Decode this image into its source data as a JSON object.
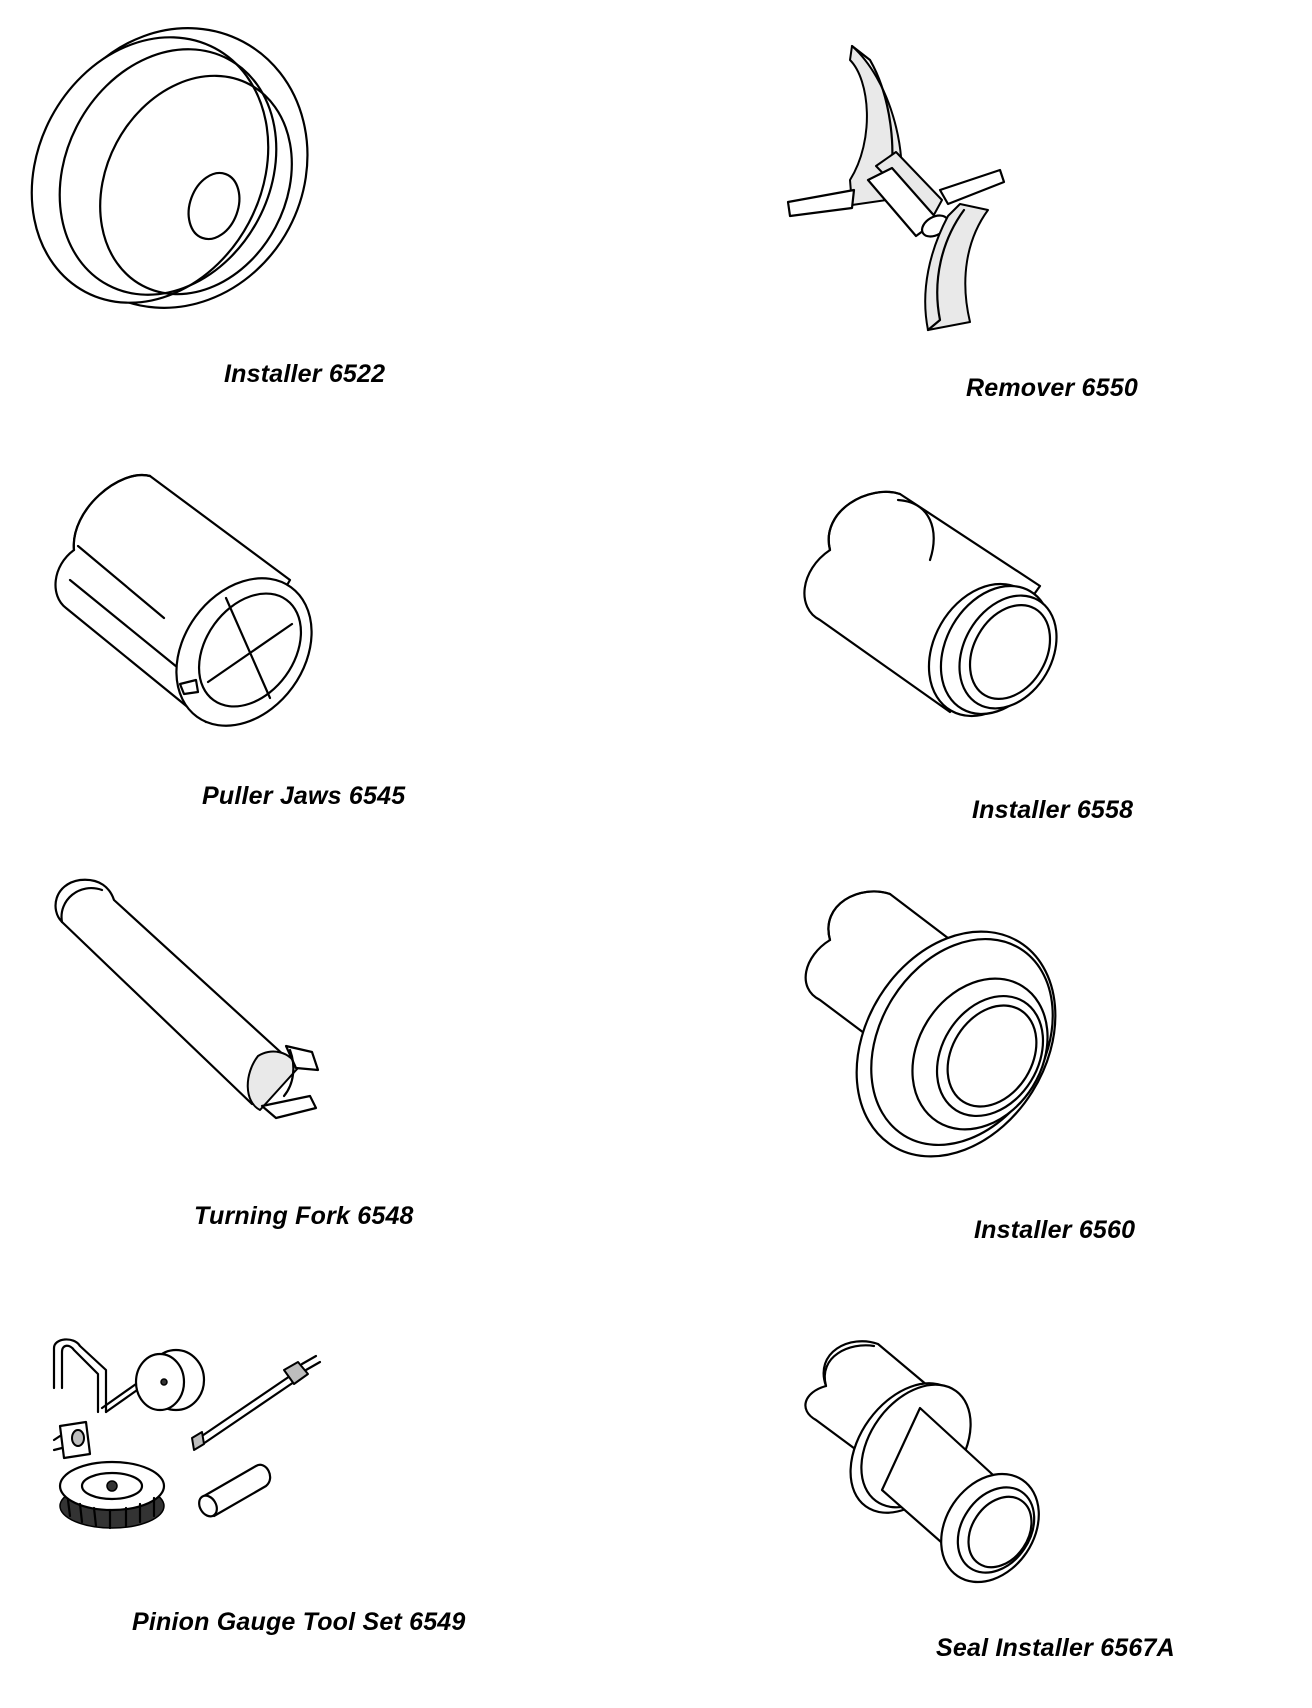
{
  "tools": [
    {
      "id": "installer-6522",
      "caption": "Installer 6522"
    },
    {
      "id": "remover-6550",
      "caption": "Remover 6550"
    },
    {
      "id": "puller-jaws-6545",
      "caption": "Puller Jaws 6545"
    },
    {
      "id": "installer-6558",
      "caption": "Installer 6558"
    },
    {
      "id": "turning-fork-6548",
      "caption": "Turning Fork 6548"
    },
    {
      "id": "installer-6560",
      "caption": "Installer 6560"
    },
    {
      "id": "pinion-gauge-6549",
      "caption": "Pinion Gauge Tool Set 6549"
    },
    {
      "id": "seal-installer-6567a",
      "caption": "Seal Installer 6567A"
    }
  ]
}
